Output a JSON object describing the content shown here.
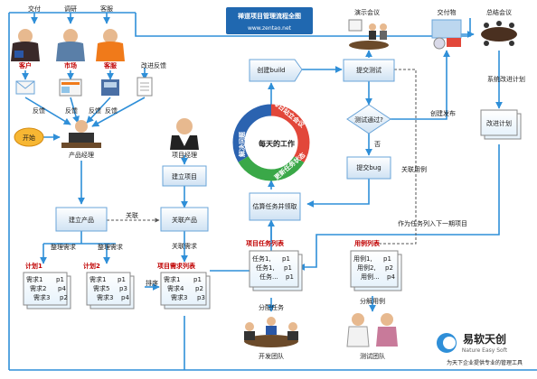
{
  "title": {
    "main": "禅道项目管理流程全图",
    "url": "www.zentao.net"
  },
  "roles": {
    "customer": "客户",
    "market": "市场",
    "support": "客服",
    "pm_product": "产品经理",
    "pm_project": "项目经理",
    "dev_team": "开发团队",
    "test_team": "测试团队"
  },
  "top_labels": {
    "delivery": "交付",
    "market_top": "调研",
    "support_top": "客服",
    "review_meeting": "演示会议",
    "deliverable": "交付物",
    "summary_meeting": "总结会议"
  },
  "feedback": {
    "f1": "反馈",
    "f2": "反馈",
    "f3": "反馈",
    "f4": "反馈",
    "improve": "改进反馈"
  },
  "nodes": {
    "start": "开始",
    "build_project": "建立项目",
    "build_product": "建立产品",
    "link_product": "关联产品",
    "create_build": "创建build",
    "submit_test": "提交测试",
    "test_pass": "测试通过?",
    "submit_bug": "提交bug",
    "estimate": "估算任务并领取",
    "improve_plan": "改进计划",
    "system_improve": "系统改进计划"
  },
  "edges": {
    "link": "关联",
    "link_req": "关联需求",
    "sort": "排序",
    "organize1": "整理需求",
    "organize2": "整理需求",
    "no": "否",
    "create_release": "创建发布",
    "link_case": "关联用例",
    "assign_task": "分配任务",
    "decompose": "分解用例",
    "cycle_back": "作为任务列入下一期项目"
  },
  "cycle": {
    "center": "每天的工作",
    "s1": "每日站立会议",
    "s2": "更新任务状态",
    "s3": "解决问题"
  },
  "lists": {
    "plan1": {
      "title": "计划1",
      "items": [
        "需求1",
        "需求2",
        "需求3"
      ],
      "pri": [
        "p1",
        "p4",
        "p2"
      ]
    },
    "plan2": {
      "title": "计划2",
      "items": [
        "需求1",
        "需求5",
        "需求3"
      ],
      "pri": [
        "p1",
        "p3",
        "p4"
      ]
    },
    "proj_req": {
      "title": "项目需求列表",
      "items": [
        "需求1",
        "需求4",
        "需求3"
      ],
      "pri": [
        "p1",
        "p2",
        "p3"
      ]
    },
    "task": {
      "title": "项目任务列表",
      "items": [
        "任务1,",
        "任务1,",
        "任务..."
      ],
      "sub": [
        "p1",
        "p1",
        "p1"
      ]
    },
    "case": {
      "title": "用例列表",
      "items": [
        "用例1,",
        "用例2,",
        "用例..."
      ],
      "sub": [
        "p1",
        "p2",
        "p4"
      ]
    }
  },
  "brand": {
    "name": "易软天创",
    "en": "Nature Easy Soft",
    "slogan": "为天下企业提供专业的管理工具"
  },
  "colors": {
    "arrow": "#2f8fd8",
    "box_fill": "#dcebf7",
    "box_stroke": "#6aa4d8",
    "title_bg": "#2068b0",
    "red": "#c00000"
  }
}
